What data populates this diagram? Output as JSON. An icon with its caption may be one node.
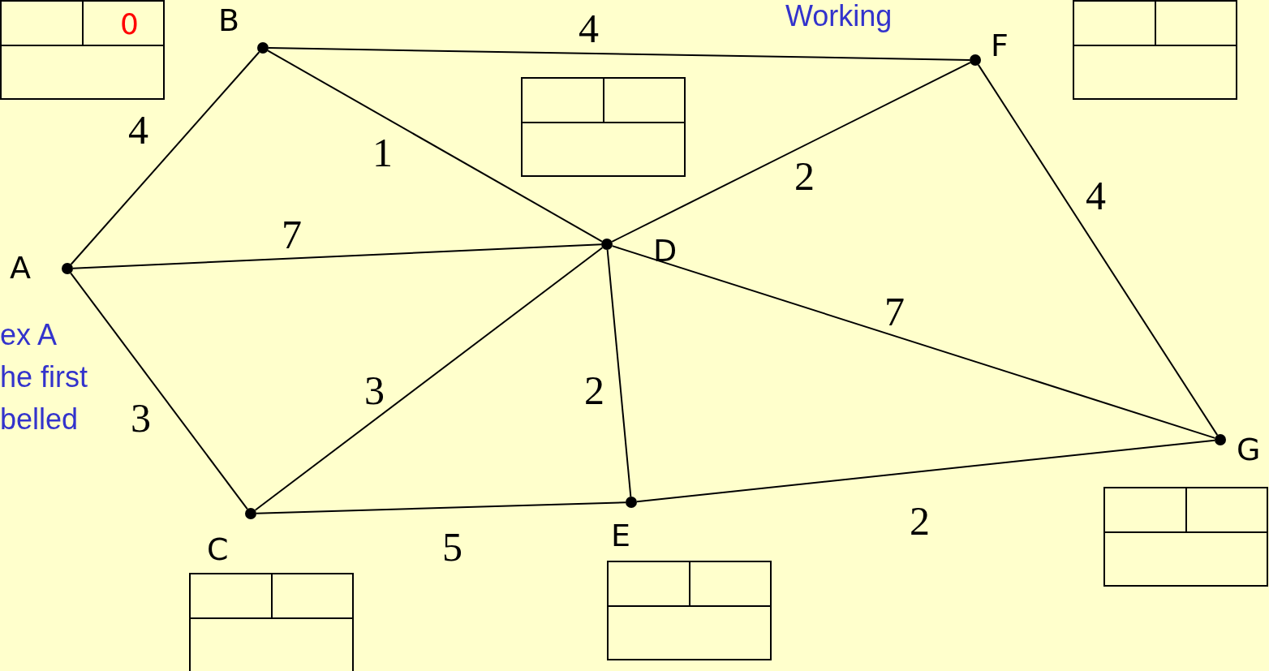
{
  "diagram": {
    "nodes": [
      {
        "text": [],
        "shape": "circle",
        "beside": [
          "A"
        ]
      },
      {
        "text": [],
        "shape": "circle",
        "beside": [
          "B"
        ]
      },
      {
        "text": [],
        "shape": "circle",
        "beside": [
          "C"
        ]
      },
      {
        "text": [],
        "shape": "circle",
        "beside": [
          "D"
        ]
      },
      {
        "text": [],
        "shape": "circle",
        "beside": [
          "E"
        ]
      },
      {
        "text": [],
        "shape": "circle",
        "beside": [
          "F"
        ]
      },
      {
        "text": [],
        "shape": "circle",
        "beside": [
          "G"
        ]
      },
      {
        "text": [],
        "shape": "box"
      },
      {
        "text": [
          "0"
        ]
      },
      {
        "text": [],
        "shape": "box"
      },
      {
        "text": [],
        "shape": "box"
      },
      {
        "text": [],
        "shape": "box"
      },
      {
        "text": [],
        "shape": "box"
      }
    ],
    "edges": [
      {
        "from": 0,
        "to": 1,
        "arrow": "none",
        "label": "4"
      },
      {
        "from": 1,
        "to": 5,
        "arrow": "none",
        "label": "4"
      },
      {
        "from": 1,
        "to": 3,
        "arrow": "none",
        "label": "1"
      },
      {
        "from": 0,
        "to": 3,
        "arrow": "none",
        "label": "7"
      },
      {
        "from": 0,
        "to": 2,
        "arrow": "none",
        "label": "3"
      },
      {
        "from": 2,
        "to": 3,
        "arrow": "none",
        "label": "3"
      },
      {
        "from": 3,
        "to": 5,
        "arrow": "none",
        "label": "2"
      },
      {
        "from": 5,
        "to": 6,
        "arrow": "none",
        "label": "4"
      },
      {
        "from": 3,
        "to": 6,
        "arrow": "none",
        "label": "7"
      },
      {
        "from": 3,
        "to": 4,
        "arrow": "none",
        "label": "2"
      },
      {
        "from": 2,
        "to": 4,
        "arrow": "none",
        "label": "5"
      },
      {
        "from": 4,
        "to": 6,
        "arrow": "none",
        "label": "2"
      }
    ],
    "labels": [
      "Working",
      "ex A he first belled"
    ]
  }
}
